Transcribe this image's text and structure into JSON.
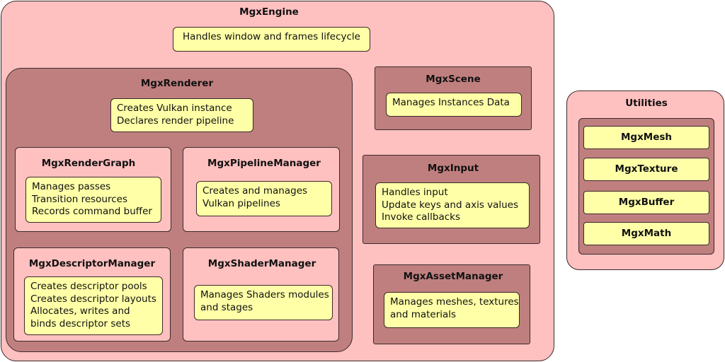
{
  "engine": {
    "title": "MgxEngine",
    "description": "Handles window and frames lifecycle"
  },
  "renderer": {
    "title": "MgxRenderer",
    "lines": [
      "Creates Vulkan instance",
      "Declares render pipeline"
    ],
    "render_graph": {
      "title": "MgxRenderGraph",
      "lines": [
        "Manages passes",
        "Transition resources",
        "Records command buffer"
      ]
    },
    "pipeline_manager": {
      "title": "MgxPipelineManager",
      "lines": [
        "Creates and manages",
        "Vulkan pipelines"
      ]
    },
    "descriptor_manager": {
      "title": "MgxDescriptorManager",
      "lines": [
        "Creates descriptor pools",
        "Creates descriptor layouts",
        "Allocates, writes and",
        "binds descriptor sets"
      ]
    },
    "shader_manager": {
      "title": "MgxShaderManager",
      "lines": [
        "Manages Shaders modules",
        "and stages"
      ]
    }
  },
  "scene": {
    "title": "MgxScene",
    "description": "Manages Instances Data"
  },
  "input": {
    "title": "MgxInput",
    "lines": [
      "Handles input",
      "Update keys and axis values",
      "Invoke callbacks"
    ]
  },
  "asset_manager": {
    "title": "MgxAssetManager",
    "lines": [
      "Manages meshes, textures",
      "and materials"
    ]
  },
  "utilities": {
    "title": "Utilities",
    "items": [
      "MgxMesh",
      "MgxTexture",
      "MgxBuffer",
      "MgxMath"
    ]
  },
  "colors": {
    "outer_fill": "#ffc0c0",
    "inner_fill": "#c07f7f",
    "note_fill": "#ffffa8",
    "border": "#3a2a2a"
  }
}
